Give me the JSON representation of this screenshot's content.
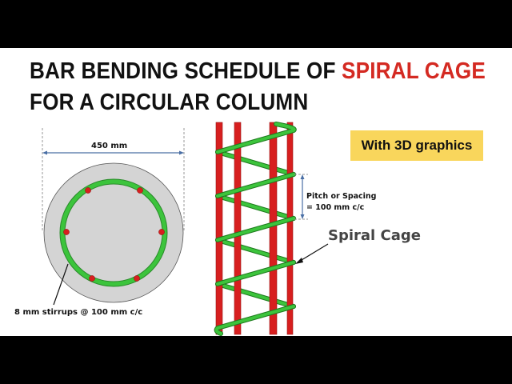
{
  "title": {
    "line1_prefix": "BAR BENDING SCHEDULE OF ",
    "line1_accent": "SPIRAL CAGE",
    "line2": "FOR A CIRCULAR COLUMN"
  },
  "badge": {
    "label": "With 3D graphics"
  },
  "cross_section": {
    "diameter_label": "450 mm",
    "stirrup_label": "8 mm stirrups  @ 100 mm c/c",
    "rebar_count": 6
  },
  "elevation": {
    "pitch_label_line1": "Pitch or Spacing",
    "pitch_label_line2": "= 100 mm c/c",
    "callout": "Spiral Cage"
  },
  "colors": {
    "accent_red": "#d42a22",
    "rebar_red": "#d71f1f",
    "spiral_green": "#3cc43c",
    "concrete_gray": "#d4d4d4",
    "badge_yellow": "#f9d65c",
    "dimension_blue": "#4a6fa5"
  }
}
